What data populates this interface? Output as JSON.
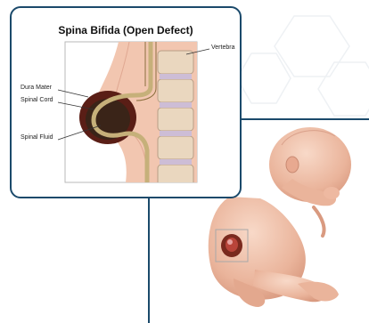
{
  "diagram": {
    "title": "Spina Bifida (Open Defect)",
    "labels": {
      "vertebra": "Vertebra",
      "dura_mater": "Dura Mater",
      "spinal_cord": "Spinal Cord",
      "spinal_fluid": "Spinal Fluid"
    }
  },
  "colors": {
    "frame": "#1b4a6b",
    "skin": "#f2c6b0",
    "sac": "#5a1e16",
    "fluid": "#3a2418",
    "cord": "#c6b07a",
    "bone": "#ead7bf"
  }
}
